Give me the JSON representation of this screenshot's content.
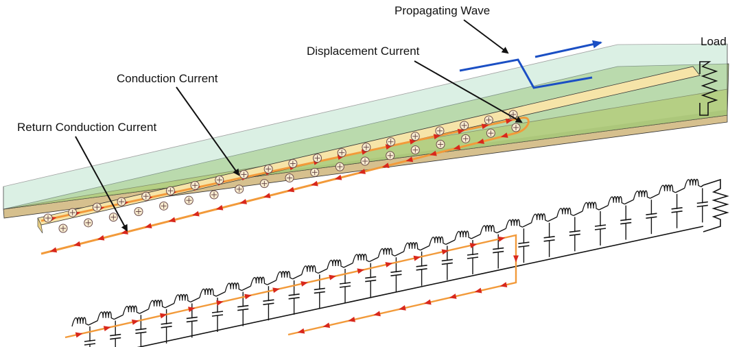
{
  "labels": {
    "propagating_wave": "Propagating Wave",
    "displacement_current": "Displacement Current",
    "conduction_current": "Conduction Current",
    "return_conduction_current": "Return Conduction Current",
    "load": "Load"
  },
  "colors": {
    "board_top": "#b5cf84",
    "board_top_dark": "#a6c274",
    "board_front": "#d6c08e",
    "board_edge": "#efd9a4",
    "dielectric": "#bfe4cf",
    "trace": "#f6e4a8",
    "current": "#f29a3a",
    "arrow": "#d8281c",
    "wave": "#1b4fc4",
    "circuit": "#111111",
    "charge": "#6a4a4a"
  },
  "icons": {
    "charge": "plus-circle-icon",
    "resistor": "zigzag-resistor-icon",
    "inductor": "coil-inductor-icon",
    "capacitor": "parallel-plate-capacitor-icon"
  }
}
